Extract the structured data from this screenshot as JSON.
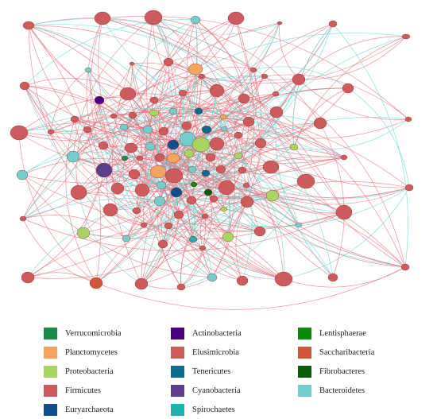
{
  "colors": {
    "edge_positive": "#e8707c",
    "edge_negative": "#5fd8d6",
    "node_stroke": "#8a2b2b"
  },
  "legend": {
    "items": [
      {
        "label": "Verrucomicrobia",
        "color": "#1b8a4c"
      },
      {
        "label": "Actinobacteria",
        "color": "#4b0082"
      },
      {
        "label": "Lentisphaerae",
        "color": "#0a8a0a"
      },
      {
        "label": "Planctomycetes",
        "color": "#f4a460"
      },
      {
        "label": "Elusimicrobia",
        "color": "#cd5c5c"
      },
      {
        "label": "Saccharibacteria",
        "color": "#d3553a"
      },
      {
        "label": "Proteobacteria",
        "color": "#a9d462"
      },
      {
        "label": "Tenericutes",
        "color": "#0e6b8c"
      },
      {
        "label": "Fibrobacteres",
        "color": "#0a5c0a"
      },
      {
        "label": "Firmicutes",
        "color": "#cd5a5c"
      },
      {
        "label": "Cyanobacteria",
        "color": "#5b3f8c"
      },
      {
        "label": "Bacteroidetes",
        "color": "#74cccb"
      },
      {
        "label": "Euryarchaeota",
        "color": "#124e8c"
      },
      {
        "label": "Spirochaetes",
        "color": "#20b2aa"
      }
    ]
  }
}
